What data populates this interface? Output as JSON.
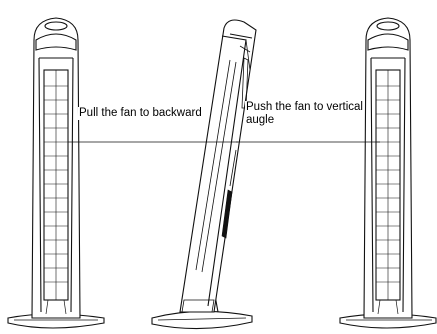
{
  "labels": {
    "pull_backward": "Pull the fan to backward",
    "push_vertical_line1": "Push the fan to vertical",
    "push_vertical_line2": "augle"
  }
}
